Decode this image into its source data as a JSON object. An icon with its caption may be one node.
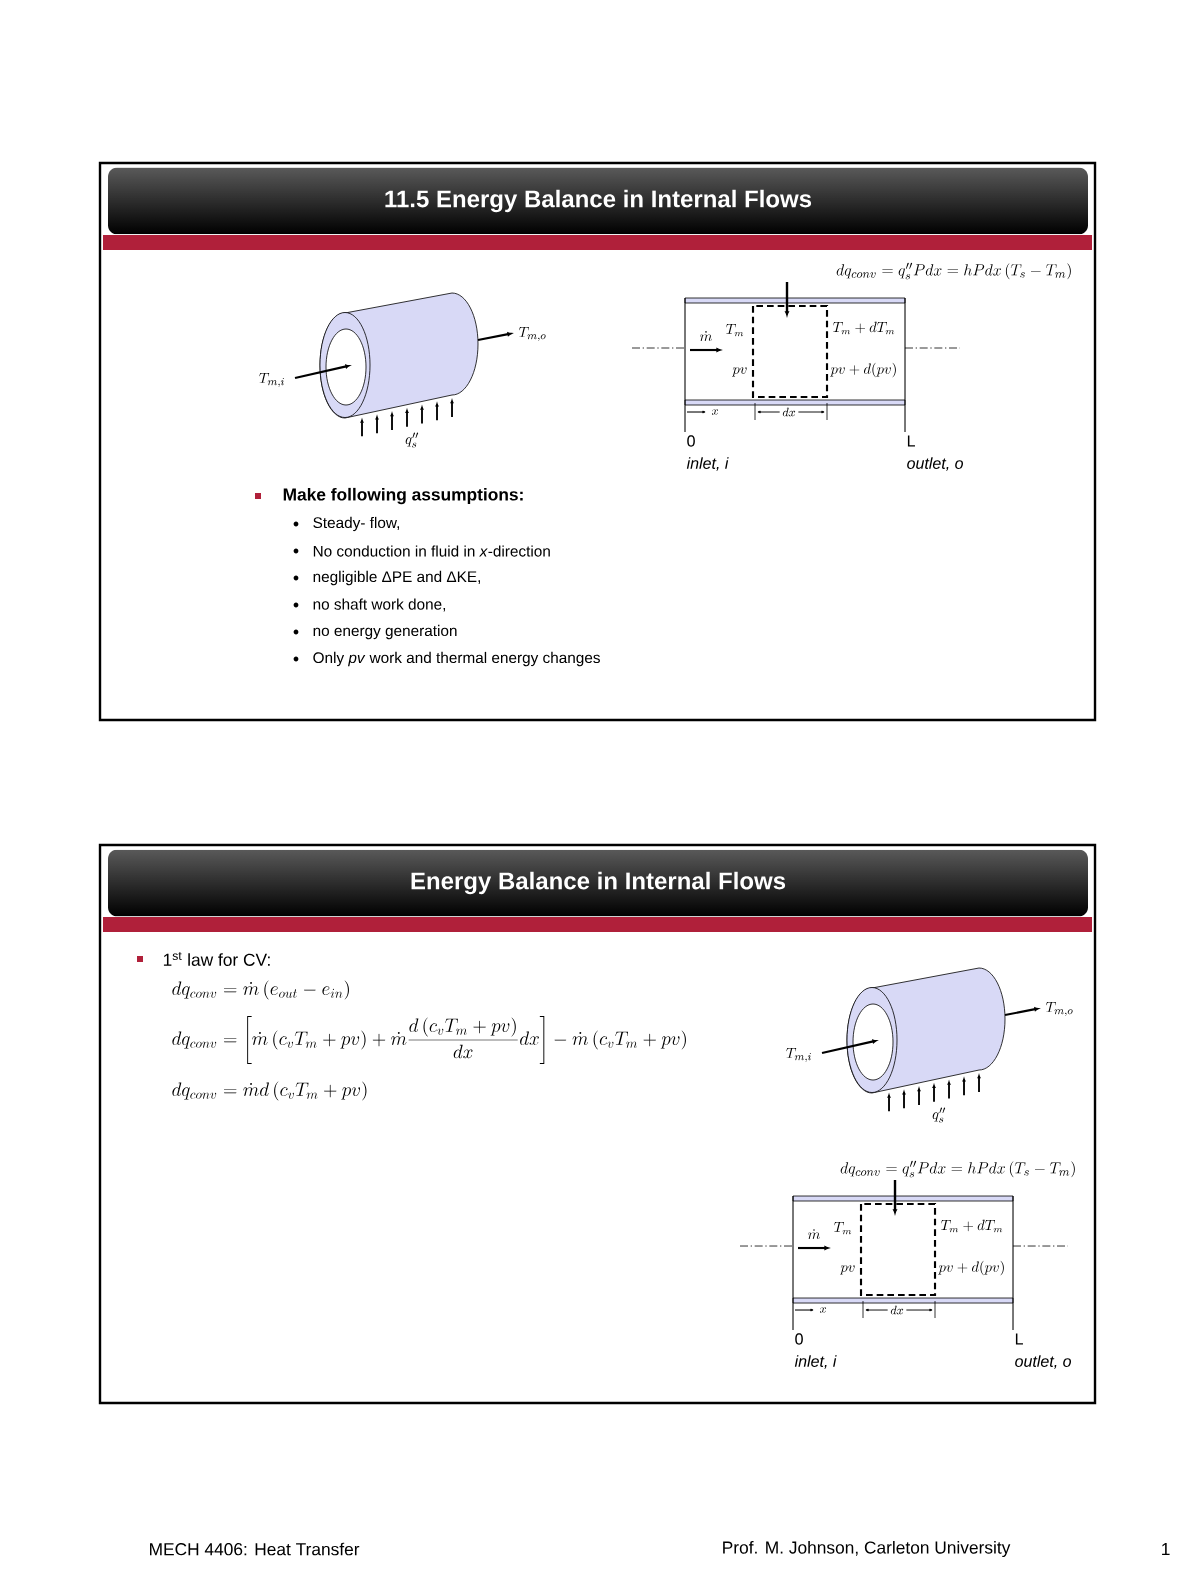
{
  "diagram": {
    "nodes": [
      {
        "text": [
          "11.5 Energy Balance in Internal Flows"
        ]
      },
      {
        "text": [
          "Energy Balance in Internal Flows"
        ]
      }
    ],
    "labels": [
      "dq_{conv} = q''_s P dx = hPdx\\left(T_s - T_m\\right)",
      "T_{m,o}",
      "\\dot{m}",
      "T_m",
      "T_m+dT_m",
      "T_{m,i}",
      "pv",
      "pv+d(pv)",
      "x",
      "dx",
      "q''_s",
      "0",
      "L",
      "inlet, i",
      "outlet, o",
      "Make following assumptions:",
      "Steady- flow,",
      "No conduction in fluid in *x*-direction",
      "negligible ΔPE and ΔKE,",
      "no shaft work done,",
      "no energy generation",
      "Only *pv* work and thermal energy changes",
      "1$^{st}$ law for CV:",
      "dq_{conv} = \\dot{m}\\left(e_{out} - e_{in}\\right)",
      "dq_{conv} = \\left[\\dot{m}\\left(c_v T_m + pv\\right) + \\dot{m}\\frac{d\\left(c_v T_m + pv\\right)}{dx}dx\\right] - \\dot{m}\\left(c_v T_m + pv\\right)",
      "dq_{conv} = \\dot{m}d\\left(c_v T_m + pv\\right)",
      "T_{m,o}",
      "T_{m,i}",
      "q''_s",
      "dq_{conv} = q''_s P dx = hPdx\\left(T_s - T_m\\right)",
      "\\dot{m}",
      "T_m",
      "T_m+dT_m",
      "pv",
      "pv+d(pv)",
      "x",
      "dx",
      "0",
      "L",
      "inlet, i",
      "outlet, o",
      "MECH 4406: Heat Transfer",
      "Prof. M. Johnson, Carleton University",
      "1"
    ]
  }
}
